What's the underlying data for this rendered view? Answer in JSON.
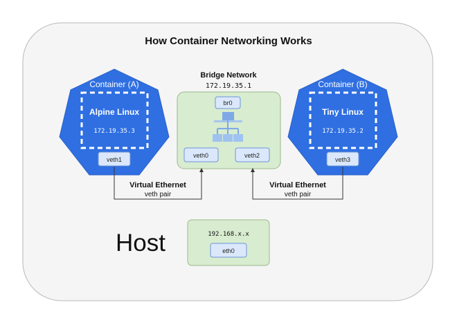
{
  "diagram": {
    "title": "How Container Networking Works",
    "host_label": "Host",
    "bridge": {
      "title": "Bridge Network",
      "ip": "172.19.35.1",
      "br_label": "br0",
      "left_port": "veth0",
      "right_port": "veth2"
    },
    "container_a": {
      "title": "Container (A)",
      "os": "Alpine Linux",
      "ip": "172.19.35.3",
      "port": "veth1"
    },
    "container_b": {
      "title": "Container (B)",
      "os": "Tiny Linux",
      "ip": "172.19.35.2",
      "port": "veth3"
    },
    "veth_left": {
      "title": "Virtual Ethernet",
      "subtitle": "veth pair"
    },
    "veth_right": {
      "title": "Virtual Ethernet",
      "subtitle": "veth pair"
    },
    "host_nic": {
      "ip": "192.168.x.x",
      "port": "eth0"
    },
    "colors": {
      "container_blue": "#2f6fe1",
      "port_fill": "#dbe8fb",
      "bridge_fill": "#d8ecd0",
      "bridge_stroke": "#9bb88a",
      "host_fill": "#f5f5f5",
      "icon_blue": "#9ec3f0"
    }
  }
}
